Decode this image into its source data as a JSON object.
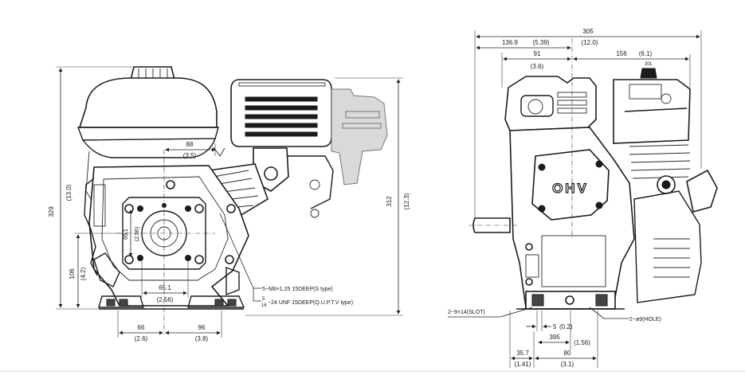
{
  "front_view": {
    "height_mm": "329",
    "height_in": "(13.0)",
    "top_offset_mm": "88",
    "top_offset_in": "(3.5)",
    "bolt_height_mm": "106",
    "bolt_height_in": "(4.2)",
    "bolt_vert_mm": "65.1",
    "bolt_vert_in": "(2.56)",
    "bolt_horiz_mm": "65.1",
    "bolt_horiz_in": "(2.56)",
    "base_left_mm": "66",
    "base_left_in": "(2.6)",
    "base_right_mm": "96",
    "base_right_in": "(3.8)",
    "right_height_mm": "312",
    "right_height_in": "(12.3)",
    "note_metric": "5−M8×1.25 15DEEP(S type)",
    "note_unf_frac_num": "5",
    "note_unf_frac_den": "16",
    "note_unf": "−24 UNF 15DEEP(Q.U.P.T.V type)"
  },
  "side_view": {
    "overall_width_mm": "305",
    "overall_width_in": "(12.0)",
    "w1_mm": "136.9",
    "w1_in": "(5.39)",
    "w2_mm": "91",
    "w2_in": "(3.6)",
    "w3_mm": "156",
    "w3_in": "(6.1)",
    "top_label": "30L",
    "valve_cover_text": "OHV",
    "slot_note": "2−9×14(SLOT)",
    "hole_note": "2−ø9(HOLE)",
    "d5_mm": "5",
    "d5_in": "(0.2)",
    "d395_mm": "395",
    "d395_in": "(1.56)",
    "d357_mm": "35.7",
    "d357_in": "(1.41)",
    "d80_mm": "80",
    "d80_in": "(3.1)"
  }
}
